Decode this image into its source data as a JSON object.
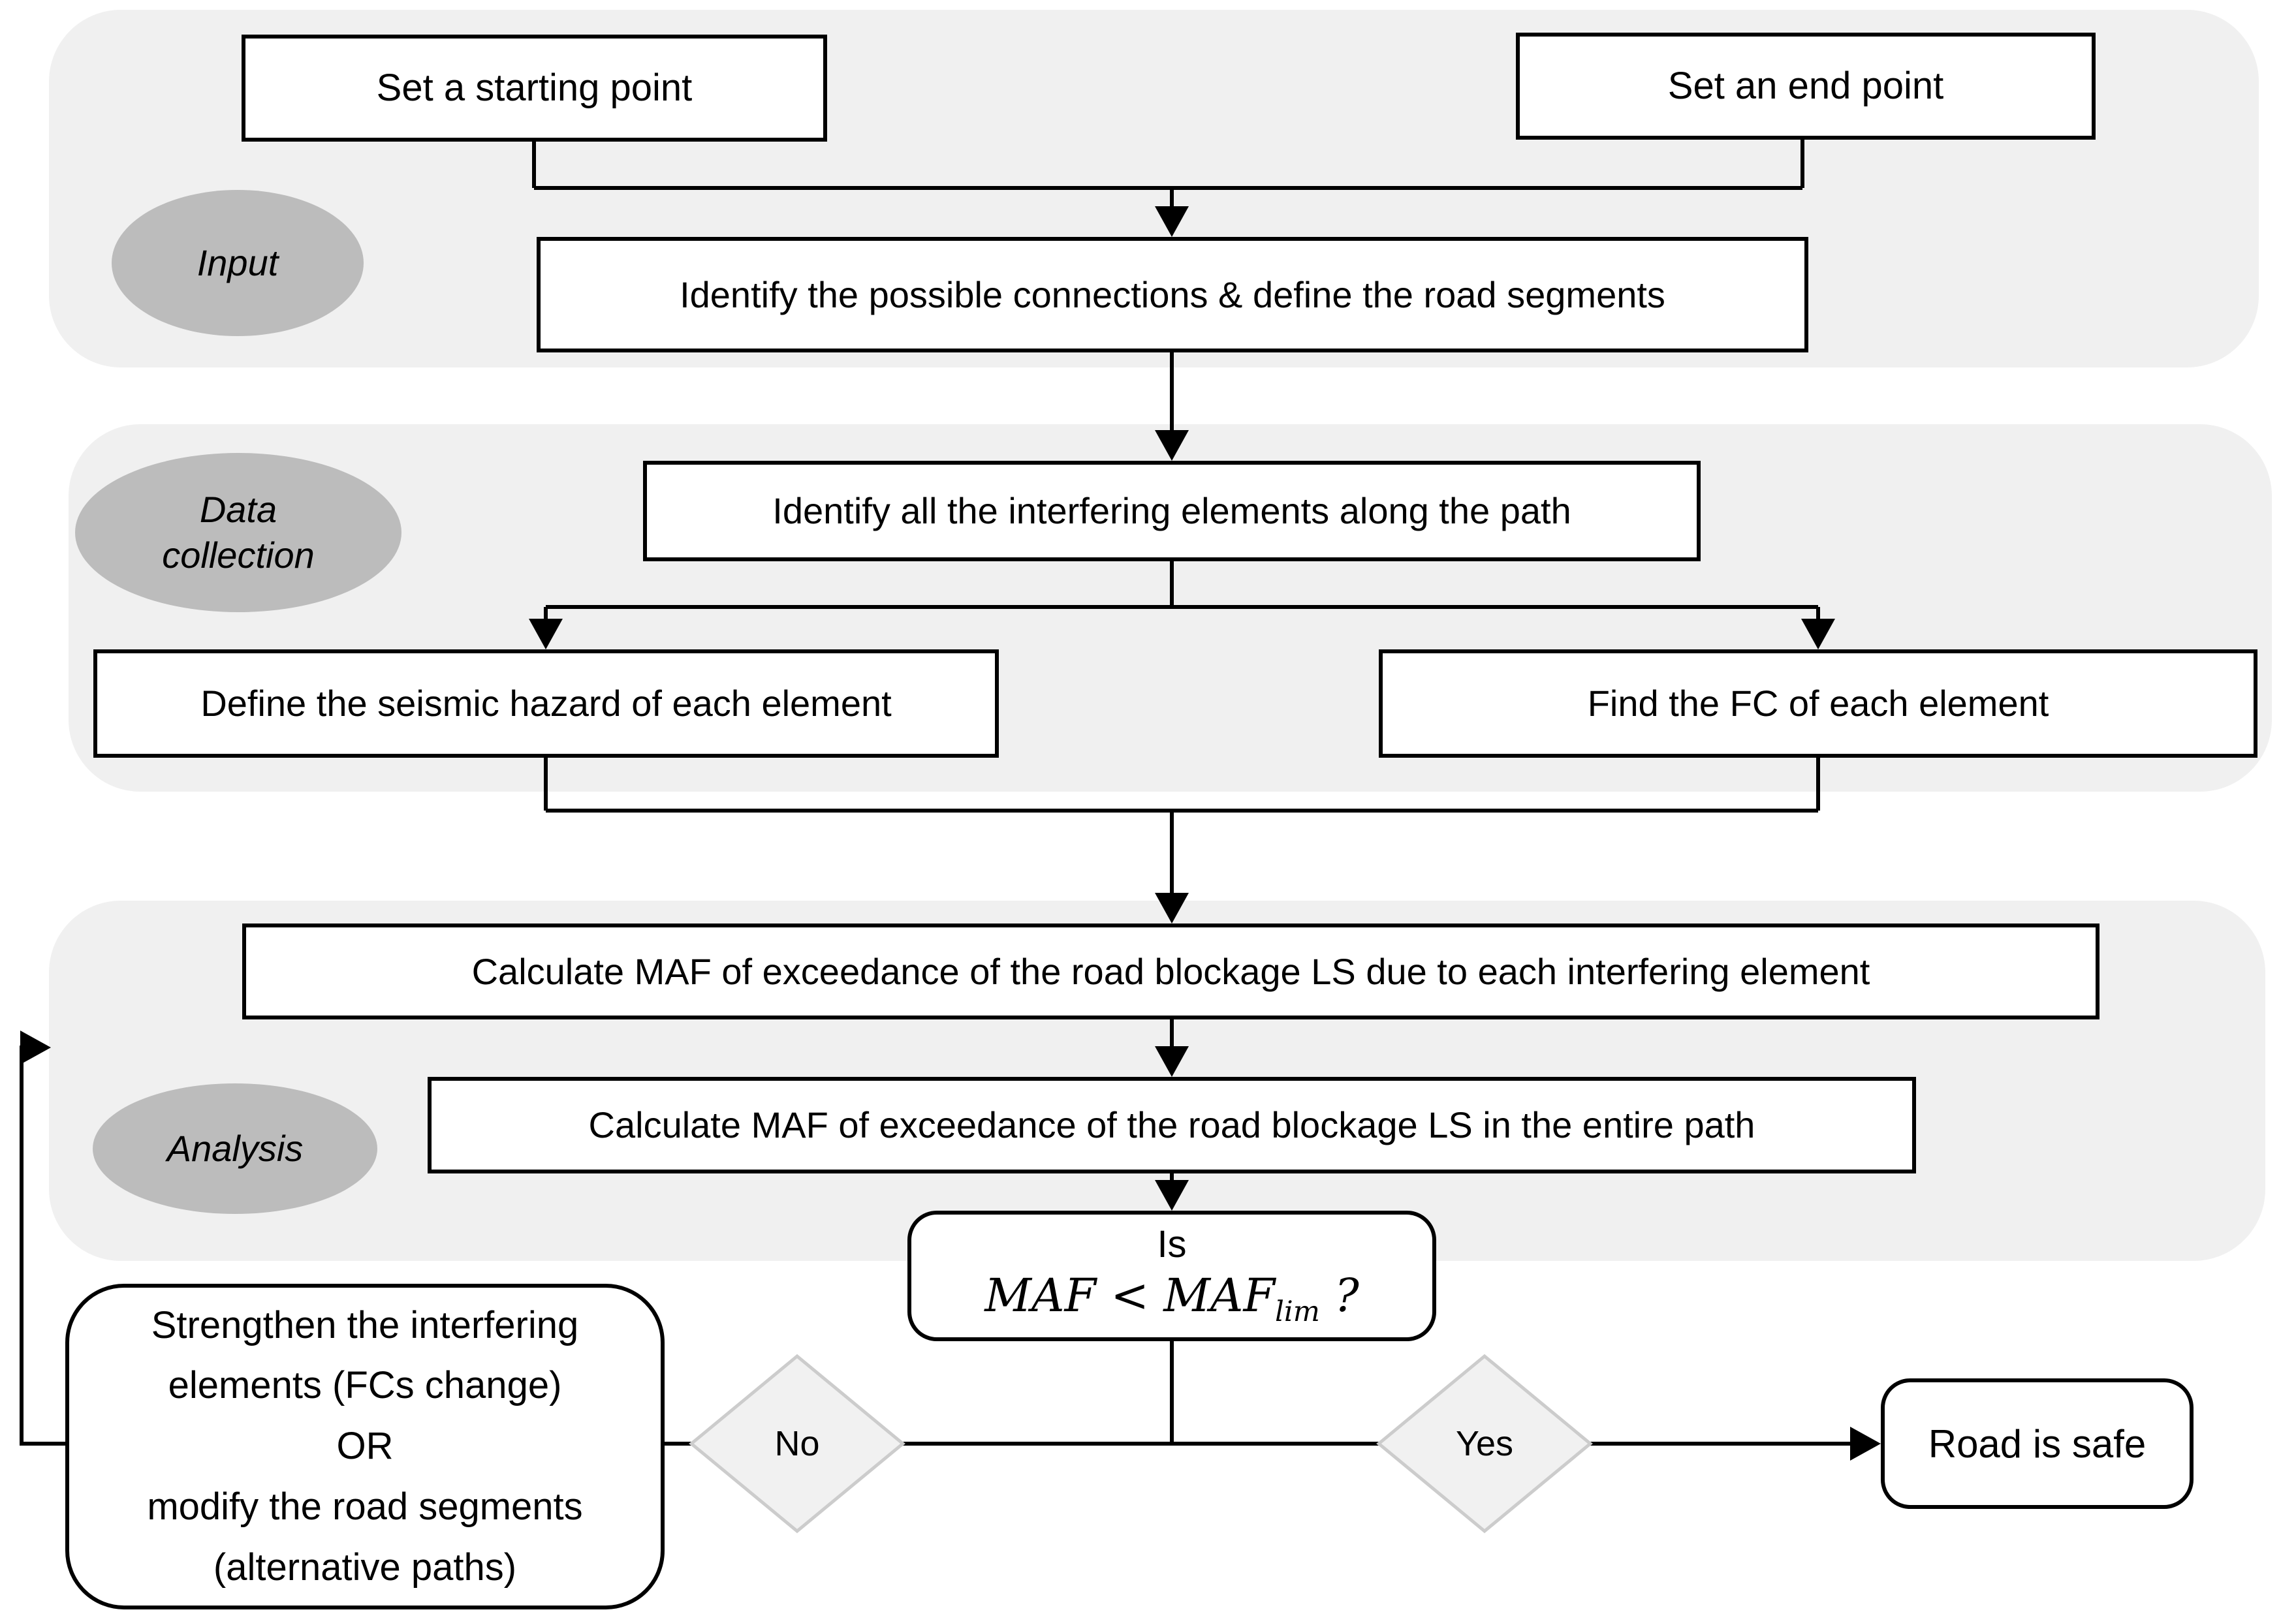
{
  "diagram": {
    "type": "flowchart",
    "description": "Seismic road-safety assessment procedure flowchart"
  },
  "styles": {
    "page_bg": "#ffffff",
    "section_bg": "#f0f0f0",
    "phase_ellipse_bg": "#bcbcbc",
    "node_bg": "#ffffff",
    "node_border": "#000000",
    "diamond_bg": "#f1f1f1",
    "diamond_border": "#cccccc",
    "line_color": "#000000",
    "text_color": "#000000"
  },
  "sections": [
    {
      "id": "input",
      "label": "Input"
    },
    {
      "id": "data-collection",
      "label": "Data collection"
    },
    {
      "id": "analysis",
      "label": "Analysis"
    }
  ],
  "nodes": {
    "set_start": "Set a starting point",
    "set_end": "Set an end point",
    "identify_connections": "Identify the possible connections & define the road segments",
    "identify_interfering": "Identify all the interfering elements along the path",
    "define_hazard": "Define the seismic hazard of each element",
    "find_fc": "Find the FC of each element",
    "calc_maf_each": "Calculate MAF of exceedance of the road blockage LS due to each interfering element",
    "calc_maf_path": "Calculate MAF of exceedance of the road blockage LS in the entire path",
    "decision_line1": "Is",
    "decision_math_pre": "MAF < MAF",
    "decision_math_sub": "lim",
    "decision_math_post": " ?",
    "strengthen_lines": [
      "Strengthen the interfering",
      "elements (FCs change)",
      "OR",
      "modify the road segments",
      "(alternative paths)"
    ],
    "road_safe": "Road is safe"
  },
  "branches": {
    "no": "No",
    "yes": "Yes"
  }
}
